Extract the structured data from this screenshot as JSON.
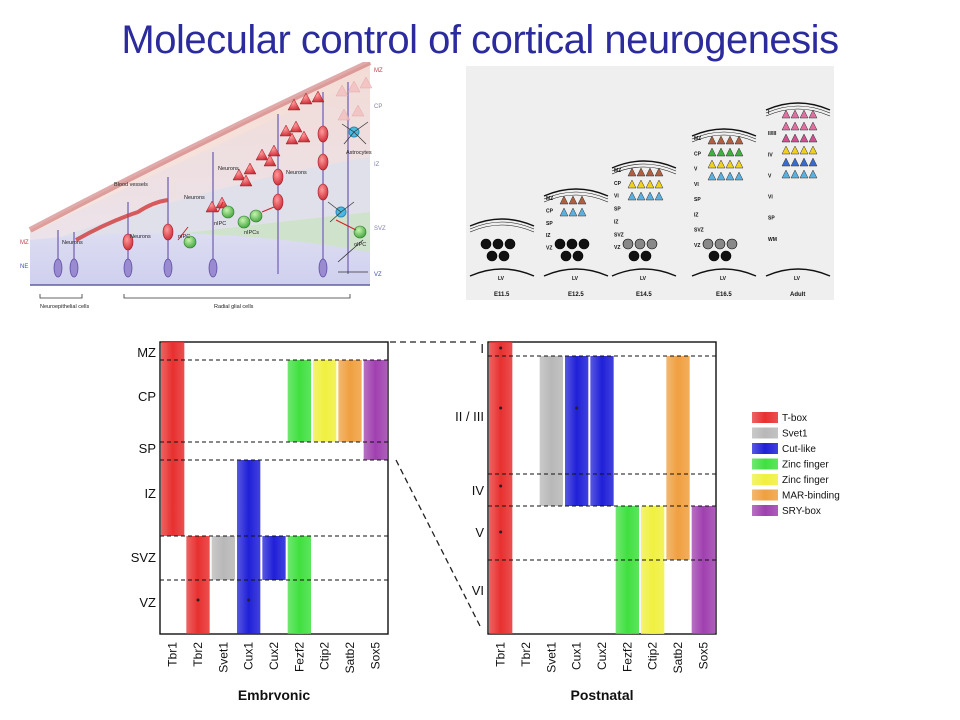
{
  "title": "Molecular control of cortical neurogenesis",
  "panel_a": {
    "zone_labels": [
      "MZ",
      "CP",
      "IZ",
      "SVZ",
      "VZ",
      "MZ",
      "NE"
    ],
    "labels": {
      "neurons1": "Neurons",
      "neurons2": "Neurons",
      "neurons3": "Neurons",
      "neurons4": "Neurons",
      "neurons5": "Neurons",
      "blood": "Blood vessels",
      "astro": "Astrocytes",
      "nipc1": "nIPC",
      "nipc2": "nIPC",
      "nipcs": "nIPCs",
      "oipc": "oIPC",
      "neuroepi": "Neuroepithelial cells",
      "radial": "Radial glial cells"
    }
  },
  "panel_b": {
    "stages": [
      {
        "name": "E11.5",
        "layers": [
          "LV"
        ]
      },
      {
        "name": "E12.5",
        "layers": [
          "MZ",
          "CP",
          "SP",
          "IZ",
          "VZ",
          "LV"
        ]
      },
      {
        "name": "E14.5",
        "layers": [
          "MZ",
          "CP",
          "VI",
          "SP",
          "IZ",
          "SVZ",
          "VZ",
          "LV"
        ]
      },
      {
        "name": "E16.5",
        "layers": [
          "MZ",
          "CP",
          "V",
          "VI",
          "SP",
          "IZ",
          "SVZ",
          "VZ",
          "LV"
        ]
      },
      {
        "name": "Adult",
        "layers": [
          "I",
          "II/III",
          "IV",
          "V",
          "VI",
          "SP",
          "WM",
          "LV"
        ]
      }
    ]
  },
  "embryonic": {
    "xlabel": "Embryonic",
    "zones": [
      "MZ",
      "CP",
      "SP",
      "IZ",
      "SVZ",
      "VZ"
    ],
    "genes": [
      "Tbr1",
      "Tbr2",
      "Svet1",
      "Cux1",
      "Cux2",
      "Fezf2",
      "Ctip2",
      "Satb2",
      "Sox5"
    ]
  },
  "postnatal": {
    "xlabel": "Postnatal",
    "layers": [
      "I",
      "II / III",
      "IV",
      "V",
      "VI"
    ],
    "genes": [
      "Tbr1",
      "Tbr2",
      "Svet1",
      "Cux1",
      "Cux2",
      "Fezf2",
      "Ctip2",
      "Satb2",
      "Sox5"
    ]
  },
  "legend": [
    {
      "label": "T-box",
      "color": "#e83030"
    },
    {
      "label": "Svet1",
      "color": "#b8b8b8"
    },
    {
      "label": "Cut-like",
      "color": "#2020d8"
    },
    {
      "label": "Zinc finger",
      "color": "#40e040"
    },
    {
      "label": "Zinc finger",
      "color": "#f0f040"
    },
    {
      "label": "MAR-binding",
      "color": "#f0a040"
    },
    {
      "label": "SRY-box",
      "color": "#a040b0"
    }
  ]
}
